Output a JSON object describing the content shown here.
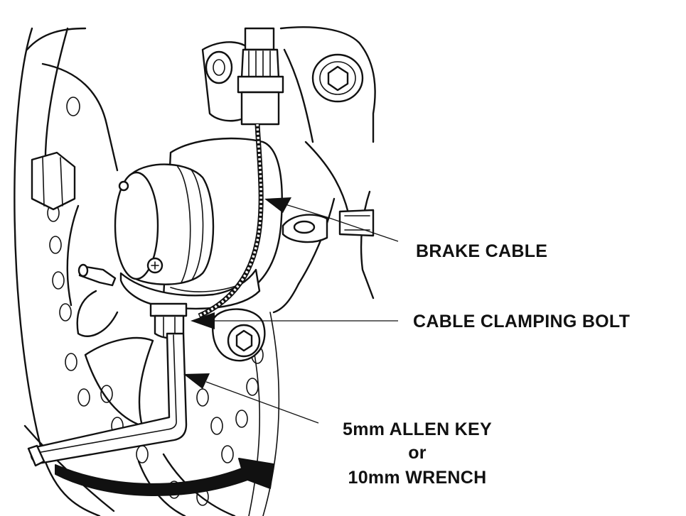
{
  "diagram": {
    "callouts": {
      "brake_cable": "BRAKE CABLE",
      "cable_clamping_bolt": "CABLE CLAMPING BOLT",
      "tool_line1": "5mm ALLEN KEY",
      "tool_line2": "or",
      "tool_line3": "10mm WRENCH"
    },
    "colors": {
      "line": "#111111",
      "fill": "#ffffff"
    }
  }
}
